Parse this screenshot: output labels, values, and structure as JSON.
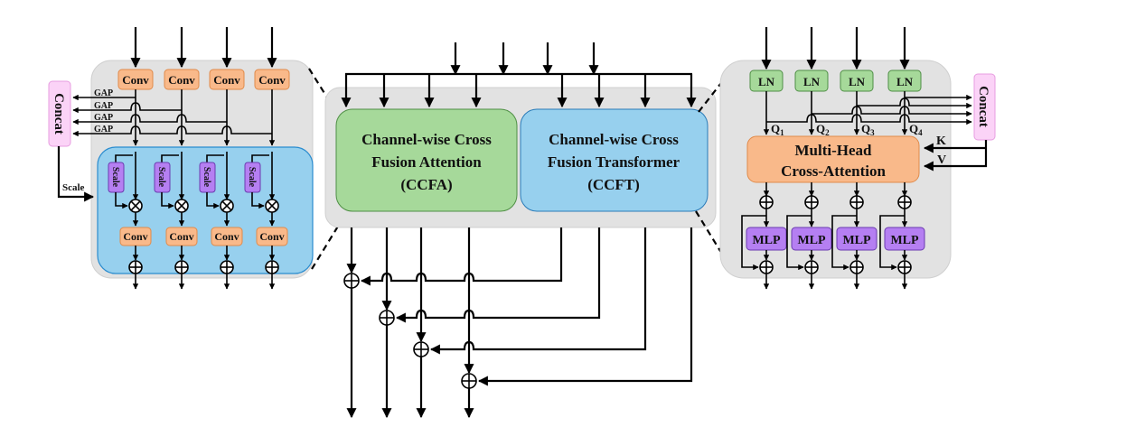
{
  "diagram": {
    "left_panel": {
      "title": "CCFA detail",
      "conv_top_label": "Conv",
      "conv_bottom_label": "Conv",
      "scale_label": "Scale",
      "gap_label": "GAP",
      "concat_label": "Concat",
      "scale_arrow_label": "Scale",
      "branches": 4,
      "colors": {
        "panel": "#e2e2e2",
        "inner": "#97d0ee",
        "conv": "#f9b98a",
        "scale": "#b57ff2",
        "concat": "#fbd3f7"
      }
    },
    "center_panel": {
      "ccfa_label_lines": [
        "Channel-wise Cross",
        "Fusion Attention",
        "(CCFA)"
      ],
      "ccft_label_lines": [
        "Channel-wise Cross",
        "Fusion Transformer",
        "(CCFT)"
      ],
      "inputs": 4,
      "colors": {
        "ccfa": "#a6d99a",
        "ccft": "#97d0ee"
      }
    },
    "right_panel": {
      "title": "CCFT detail",
      "ln_label": "LN",
      "mlp_label": "MLP",
      "concat_label": "Concat",
      "attention_label_lines": [
        "Multi-Head",
        "Cross-Attention"
      ],
      "q_labels": [
        "Q",
        "Q",
        "Q",
        "Q"
      ],
      "q_subscripts": [
        "1",
        "2",
        "3",
        "4"
      ],
      "k_label": "K",
      "v_label": "V",
      "colors": {
        "ln": "#a6d99a",
        "mlp": "#b57ff2",
        "attention": "#f9b98a",
        "concat": "#fbd3f7"
      }
    },
    "bottom_fusion": {
      "outputs": 4
    }
  }
}
